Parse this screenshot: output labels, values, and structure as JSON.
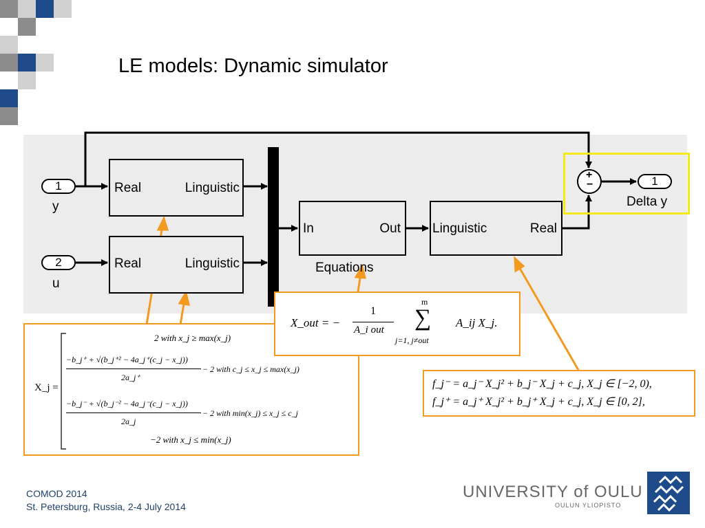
{
  "title": "LE models: Dynamic simulator",
  "colors": {
    "blue": "#1f4b8a",
    "gray": "#8c8c8c",
    "light_gray": "#d0d0d0",
    "orange": "#f39a1e",
    "yellow": "#f5e91a"
  },
  "inputs": [
    {
      "number": "1",
      "name": "y"
    },
    {
      "number": "2",
      "name": "u"
    }
  ],
  "blocks": {
    "r2l_in": "Real",
    "r2l_out": "Linguistic",
    "eq_in": "In",
    "eq_out": "Out",
    "eq_name": "Equations",
    "l2r_in": "Linguistic",
    "l2r_out": "Real"
  },
  "output": {
    "number": "1",
    "name": "Delta y"
  },
  "sum_signs": [
    "+",
    "−"
  ],
  "footer": {
    "line1": "COMOD 2014",
    "line2": "St. Petersburg, Russia, 2-4 July 2014"
  },
  "university": {
    "name": "UNIVERSITY of OULU",
    "subname": "OULUN YLIOPISTO"
  },
  "equations": {
    "xout_lhs": "X_out = −",
    "xout_num": "1",
    "xout_den": "A_i out",
    "xout_sum_top": "m",
    "xout_sum_bottom": "j=1, j≠out",
    "xout_rhs": "A_ij X_j.",
    "f_minus": "f_j⁻ = a_j⁻ X_j² + b_j⁻ X_j + c_j,   X_j ∈ [−2, 0),",
    "f_plus": "f_j⁺ = a_j⁺ X_j² + b_j⁺ X_j + c_j,   X_j ∈ [0, 2],",
    "xj_lhs": "X_j =",
    "xj_case1": "2   with   x_j ≥ max(x_j)",
    "xj_case2_num": "−b_j⁺ + √(b_j⁺² − 4a_j⁺(c_j − x_j))",
    "xj_case2_den": "2a_j⁺",
    "xj_case2_tail": "− 2   with   c_j ≤ x_j ≤ max(x_j)",
    "xj_case3_num": "−b_j⁻ + √(b_j⁻² − 4a_j⁻(c_j − x_j))",
    "xj_case3_den": "2a_j",
    "xj_case3_tail": "− 2   with   min(x_j) ≤ x_j ≤ c_j",
    "xj_case4": "−2   with   x_j ≤ min(x_j)"
  }
}
